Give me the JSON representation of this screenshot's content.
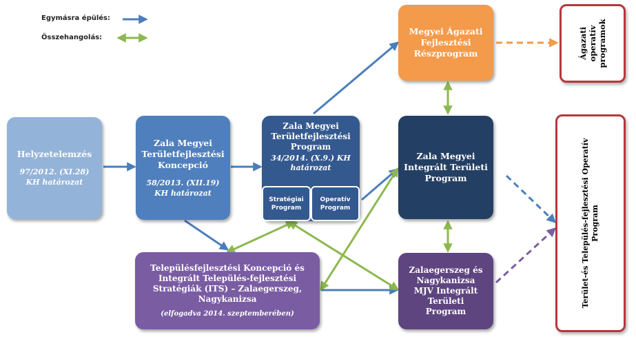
{
  "legend": {
    "build": "Egymásra épülés:",
    "coord": "Összehangolás:"
  },
  "colors": {
    "blue_arrow": "#4a7ebb",
    "green_arrow": "#8cb84e",
    "orange": "#f39a4b",
    "purple": "#7a5ca3",
    "dark_navy": "#243f64",
    "red_border": "#b5373b"
  },
  "boxes": {
    "helyzet": {
      "title": "Helyzetelemzés",
      "sub": "97/2012.  (XI.28)\nKH határozat"
    },
    "koncepcio": {
      "title": "Zala Megyei\nTerületfejlesztési\nKoncepció",
      "sub": "58/2013.  (XII.19)\nKH határozat"
    },
    "program": {
      "title": "Zala Megyei\nTerületfejlesztési\nProgram",
      "sub": "34/2014.  (X.9.) KH\nhatározat",
      "strategic": "Stratégiai\nProgram",
      "operative": "Operatív\nProgram"
    },
    "agazati": {
      "title": "Megyei Ágazati\nFejlesztési\nRészprogram"
    },
    "integralt": {
      "title": "Zala Megyei\nIntegrált Területi\nProgram"
    },
    "telepules": {
      "title": "Településfejlesztési Koncepció és\nIntegrált Település-fejlesztési\nStratégiák (ITS) – Zalaegerszeg,\nNagykanizsa",
      "sub": "(elfogadva 2014. szeptemberében)"
    },
    "mjv": {
      "title": "Zalaegerszeg és\nNagykanizsa\nMJV Integrált\nTerületi\nProgram"
    }
  },
  "outputs": {
    "agazati_op": "Ágazati\noperatív\nprogramok",
    "top": "Terület-és Település-fejlesztési Operatív\nProgram"
  }
}
